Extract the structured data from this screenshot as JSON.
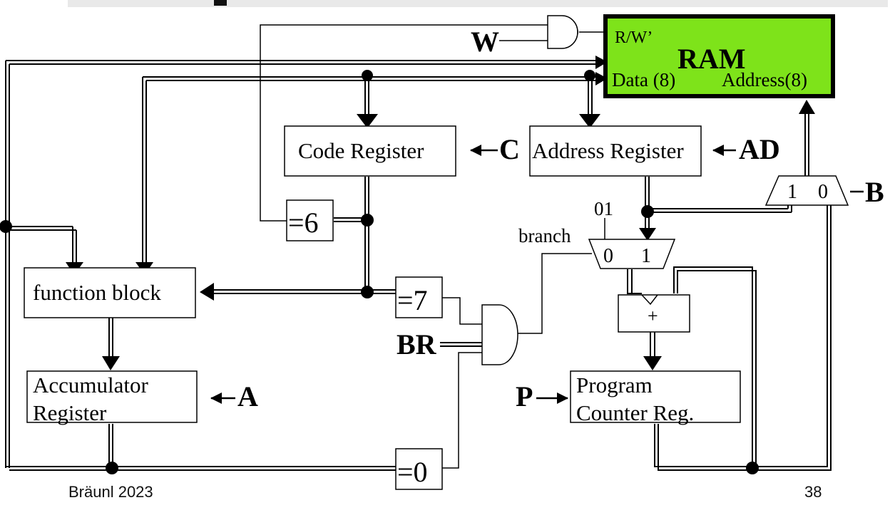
{
  "ram": {
    "title": "RAM",
    "rw_port": "R/W’",
    "data_port": "Data (8)",
    "address_port": "Address(8)",
    "fill_color": "#7ee31a"
  },
  "blocks": {
    "code_register": "Code Register",
    "address_register": "Address Register",
    "function_block": "function block",
    "accumulator_line1": "Accumulator",
    "accumulator_line2": "Register",
    "pc_line1": "Program",
    "pc_line2": "Counter Reg.",
    "adder": "+"
  },
  "comparators": {
    "eq6": "=6",
    "eq7": "=7",
    "eq0": "=0"
  },
  "mux": {
    "branch_label": "branch",
    "branch_in0": "0",
    "branch_in1": "1",
    "const_01": "01",
    "b_in1": "1",
    "b_in0": "0"
  },
  "signals": {
    "w": "W",
    "c": "C",
    "ad": "AD",
    "b": "B",
    "br": "BR",
    "a": "A",
    "p": "P"
  },
  "footer": {
    "author": "Bräunl 2023",
    "page": "38"
  }
}
